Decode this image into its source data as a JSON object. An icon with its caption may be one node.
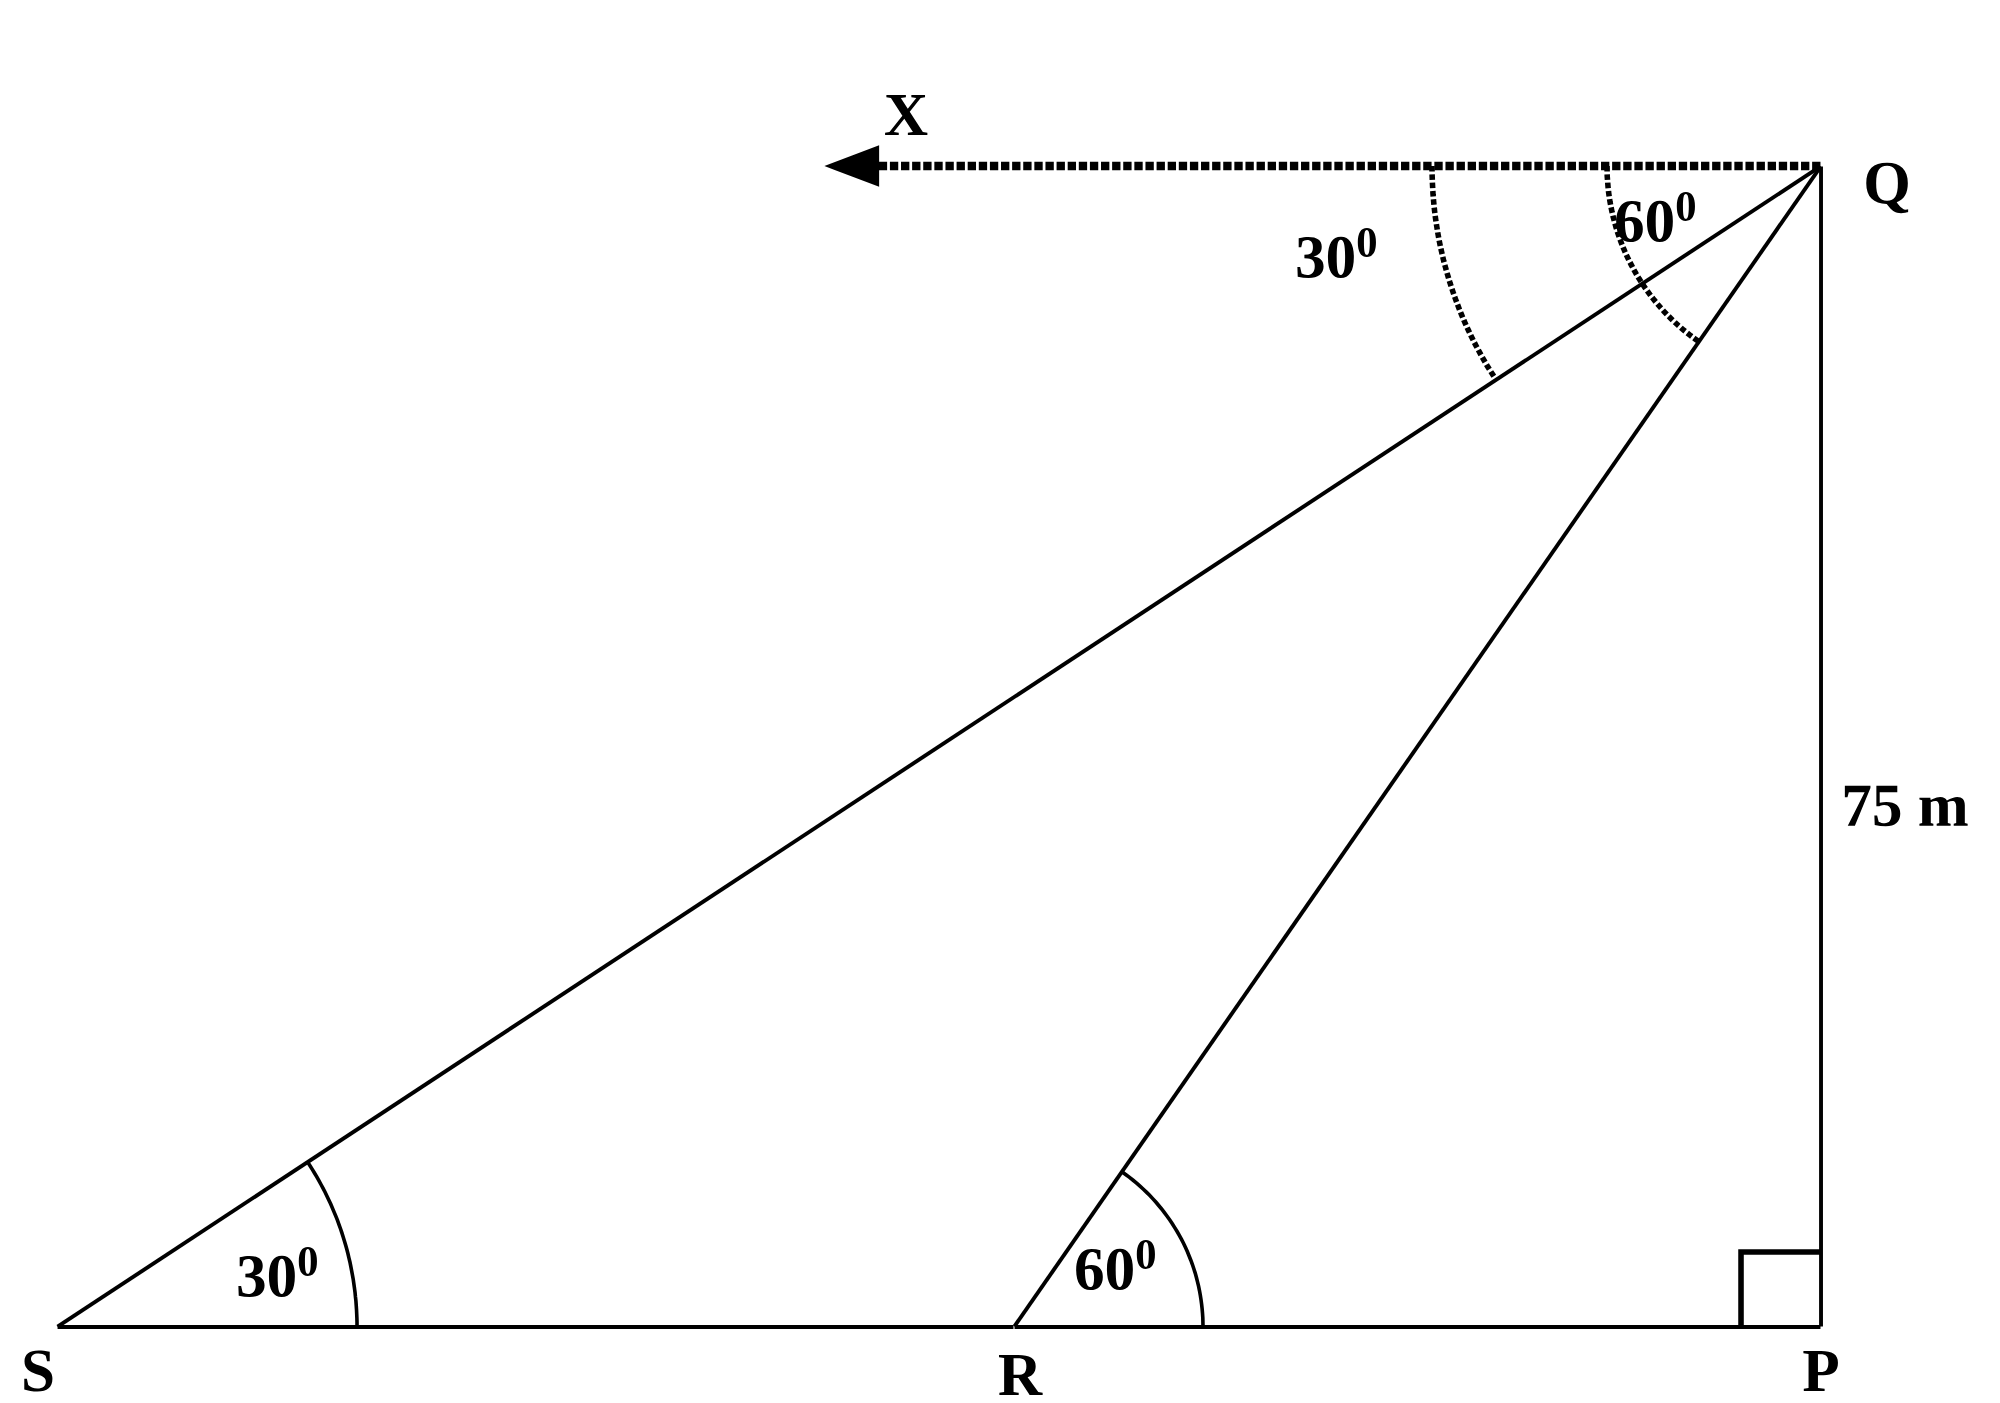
{
  "diagram": {
    "nodes": [
      {
        "text": [
          "X"
        ]
      },
      {
        "text": [
          "Q"
        ]
      },
      {
        "text": [
          "S"
        ]
      },
      {
        "text": [
          "R"
        ]
      },
      {
        "text": [
          "P"
        ]
      }
    ],
    "edges": [
      {
        "from": 1,
        "to": 0,
        "arrow": "to",
        "style": "dashed"
      },
      {
        "from": 1,
        "to": 2,
        "arrow": "none"
      },
      {
        "from": 1,
        "to": 3,
        "arrow": "none"
      },
      {
        "from": 1,
        "to": 4,
        "arrow": "none"
      },
      {
        "from": 2,
        "to": 3,
        "arrow": "none"
      },
      {
        "from": 3,
        "to": 4,
        "arrow": "none"
      }
    ],
    "labels": [
      "60$^{0}$",
      "30$^{0}$",
      "75 m",
      "30$^{0}$",
      "60$^{0}$"
    ]
  }
}
